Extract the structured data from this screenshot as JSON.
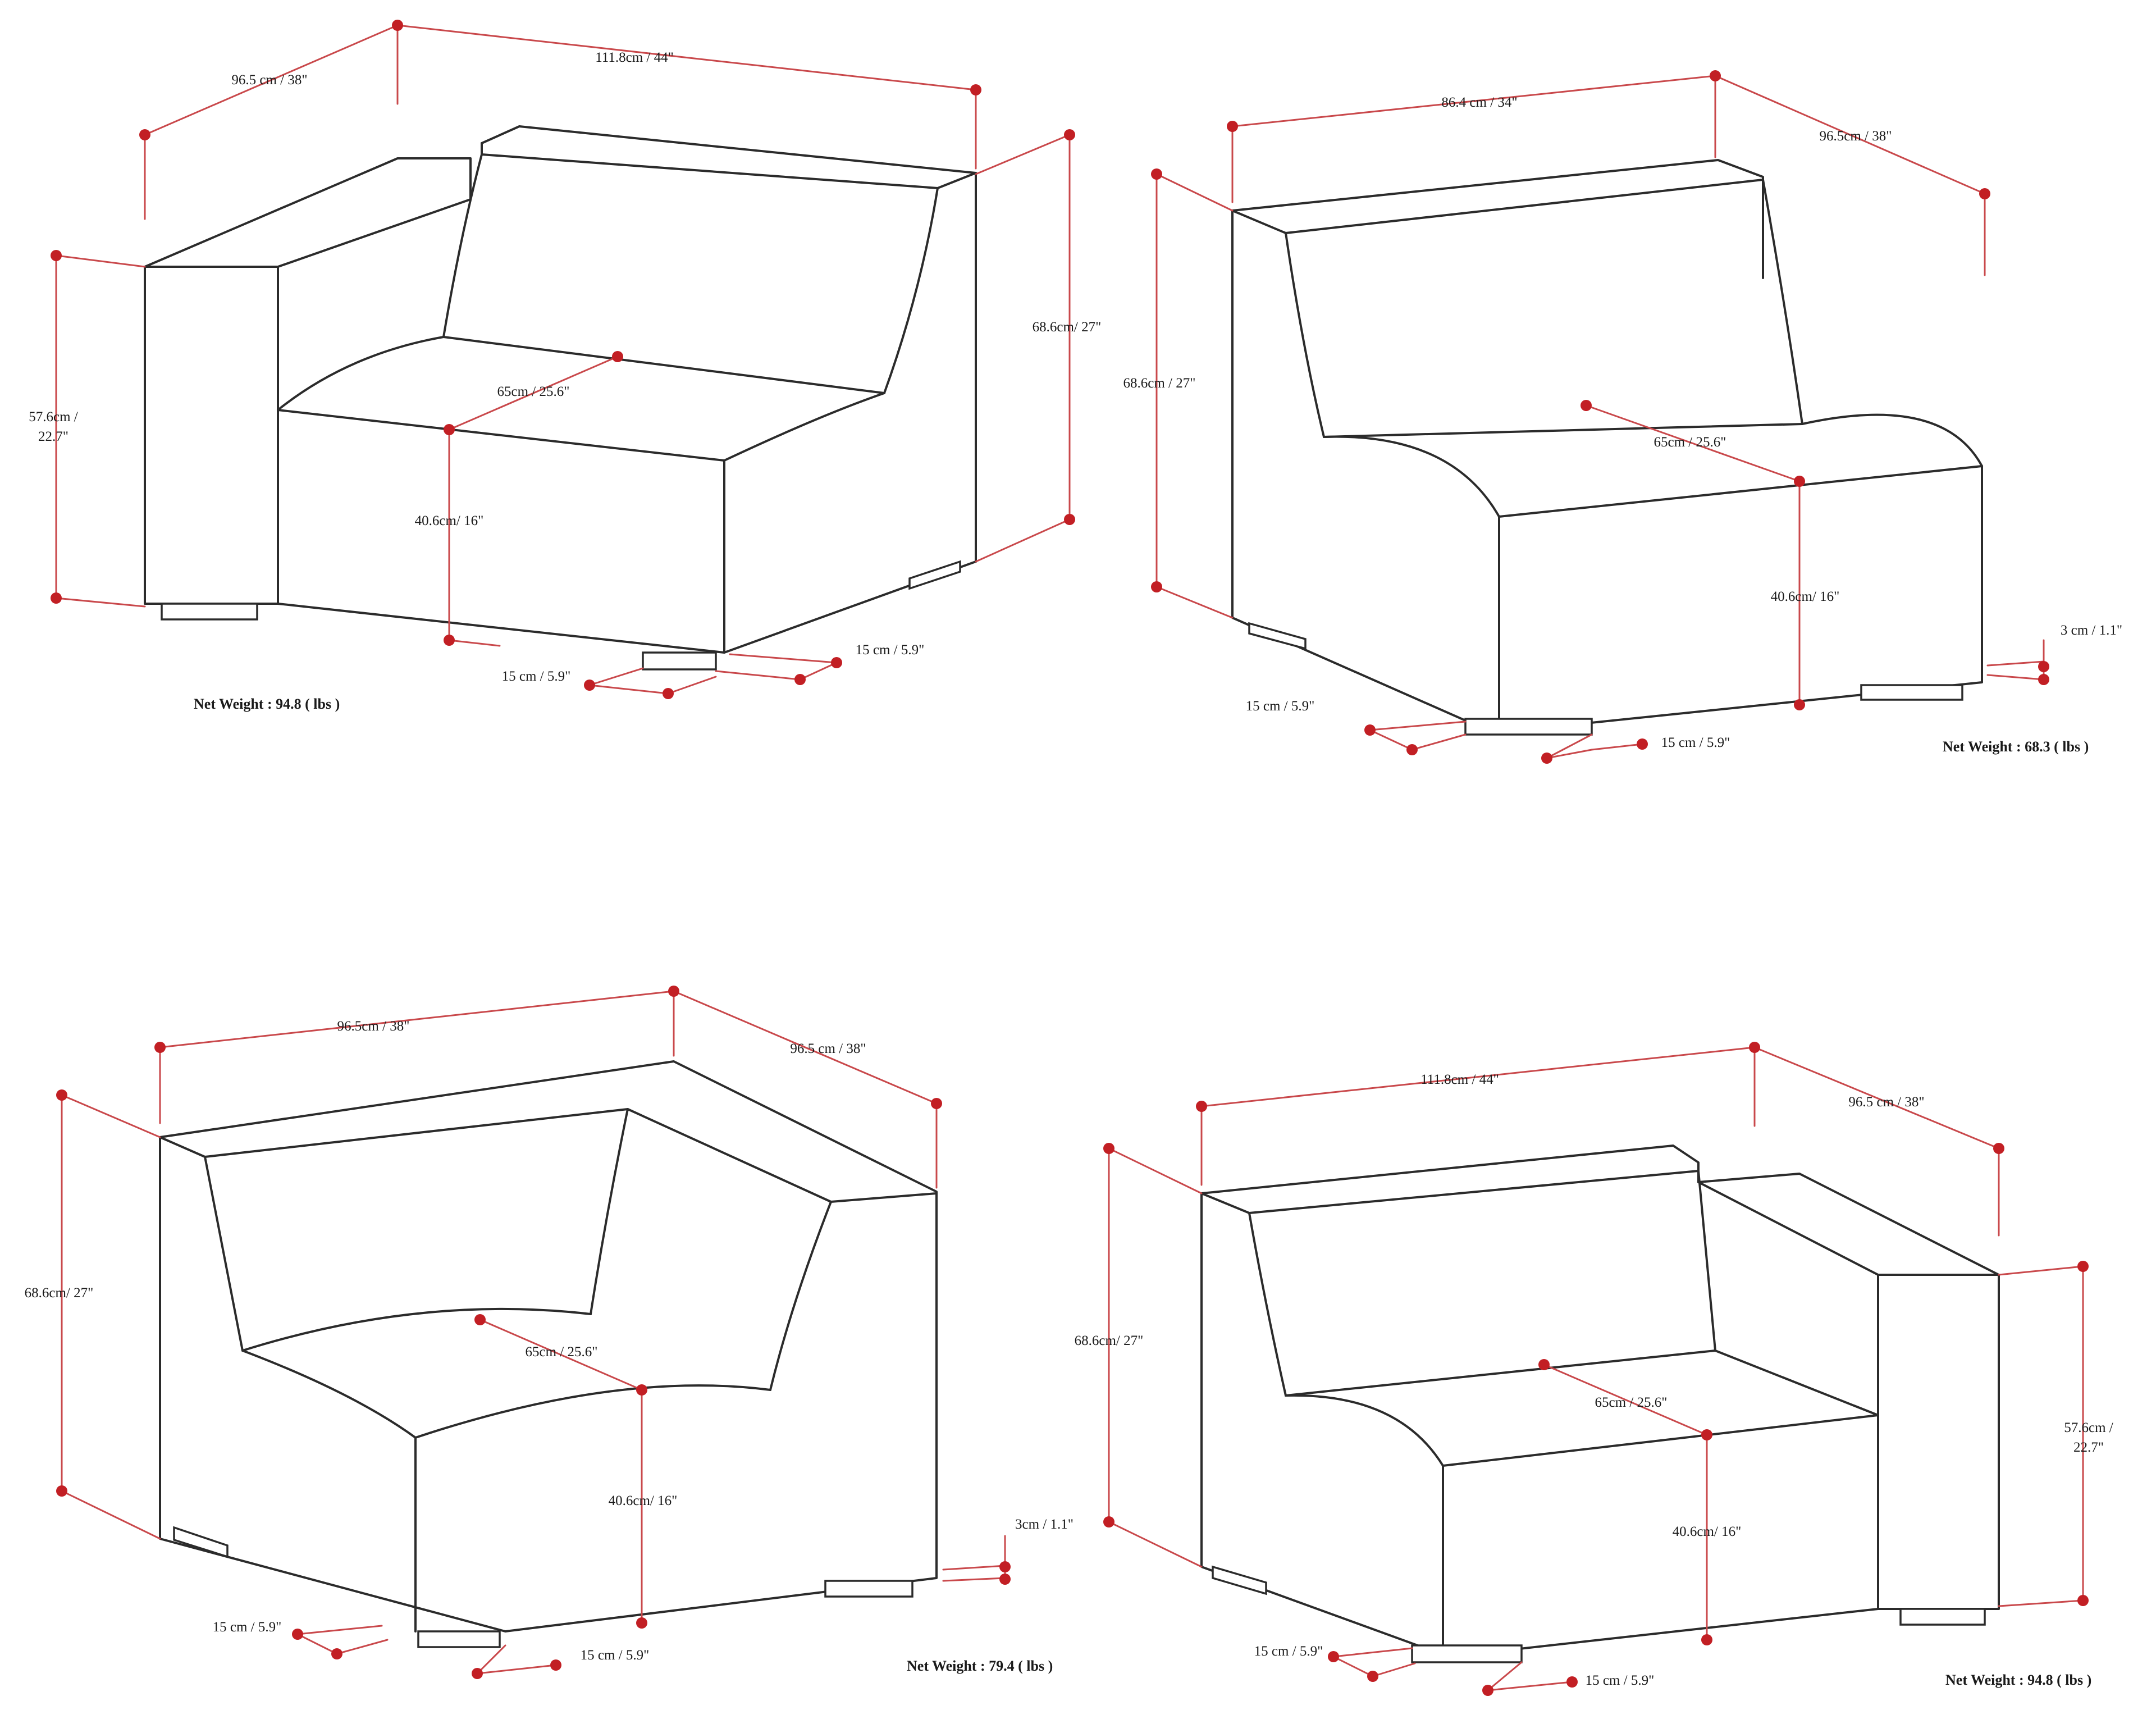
{
  "palette": {
    "line": "#2b2b2b",
    "dimension_line": "#c9484b",
    "dimension_dot": "#c21f24",
    "background": "#ffffff"
  },
  "left_arm_chair": {
    "dims": {
      "overall_width": "111.8cm / 44\"",
      "depth": "96.5 cm / 38\"",
      "arm_height_1": "57.6cm /",
      "arm_height_2": "22.7\"",
      "total_height": "68.6cm/ 27\"",
      "seat_depth": "65cm / 25.6\"",
      "seat_height": "40.6cm/ 16\"",
      "leg_front": "15 cm / 5.9\"",
      "leg_side": "15 cm / 5.9\""
    },
    "weight": "Net Weight : 94.8 ( lbs )"
  },
  "armless_chair": {
    "dims": {
      "overall_width": "86.4 cm / 34\"",
      "depth": "96.5cm / 38\"",
      "total_height": "68.6cm / 27\"",
      "seat_depth": "65cm / 25.6\"",
      "seat_height": "40.6cm/ 16\"",
      "leg_height": "3 cm / 1.1\"",
      "leg_front": "15 cm / 5.9\"",
      "leg_side": "15 cm / 5.9\""
    },
    "weight": "Net Weight : 68.3 ( lbs )"
  },
  "corner_chair": {
    "dims": {
      "overall_width": "96.5cm / 38\"",
      "depth": "96.5 cm / 38\"",
      "total_height": "68.6cm/ 27\"",
      "seat_depth": "65cm / 25.6\"",
      "seat_height": "40.6cm/ 16\"",
      "leg_height": "3cm / 1.1\"",
      "leg_front": "15 cm / 5.9\"",
      "leg_side": "15 cm / 5.9\""
    },
    "weight": "Net Weight : 79.4 ( lbs )"
  },
  "right_arm_chair": {
    "dims": {
      "overall_width": "111.8cm / 44\"",
      "depth": "96.5 cm / 38\"",
      "total_height": "68.6cm/ 27\"",
      "seat_depth": "65cm / 25.6\"",
      "seat_height": "40.6cm/ 16\"",
      "arm_height_1": "57.6cm /",
      "arm_height_2": "22.7\"",
      "leg_front": "15 cm / 5.9\"",
      "leg_side": "15 cm / 5.9\""
    },
    "weight": "Net Weight : 94.8 ( lbs )"
  }
}
